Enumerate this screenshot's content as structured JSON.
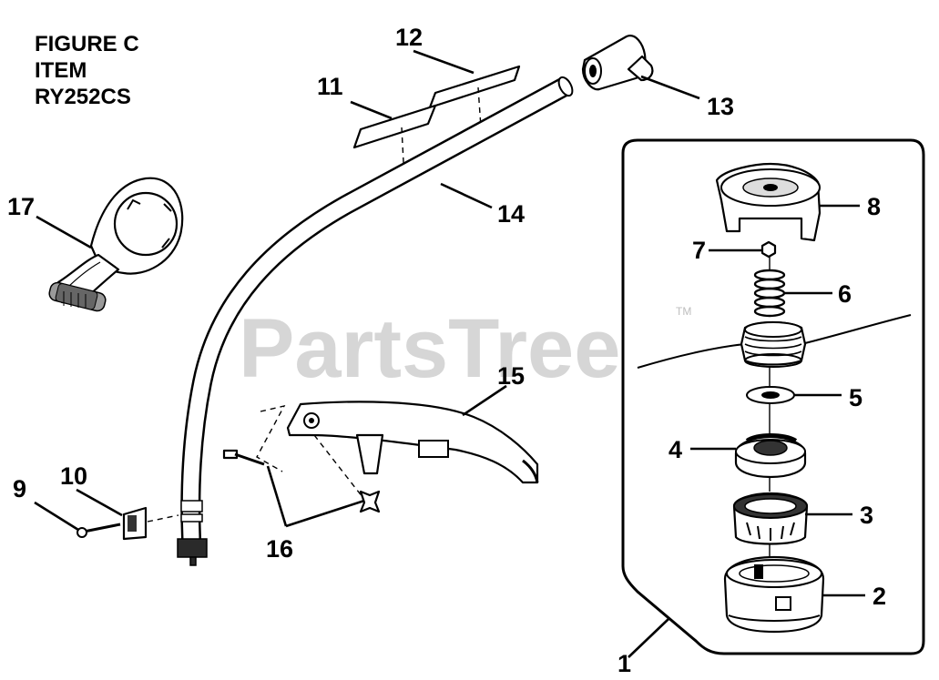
{
  "figure": {
    "line1": "FIGURE C",
    "line2": "ITEM",
    "line3": "RY252CS"
  },
  "watermark": {
    "text": "PartsTree",
    "trademark": "TM"
  },
  "callouts": {
    "c1": "1",
    "c2": "2",
    "c3": "3",
    "c4": "4",
    "c5": "5",
    "c6": "6",
    "c7": "7",
    "c8": "8",
    "c9": "9",
    "c10": "10",
    "c11": "11",
    "c12": "12",
    "c13": "13",
    "c14": "14",
    "c15": "15",
    "c16": "16",
    "c17": "17"
  }
}
